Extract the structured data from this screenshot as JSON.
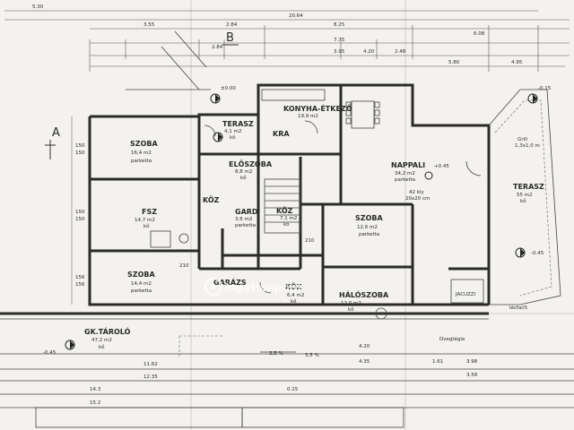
{
  "rooms": {
    "konyha": {
      "name": "KONYHA-ÉTKEZŐ",
      "area": "19,9 m2"
    },
    "terasz_small": {
      "name": "TERASZ",
      "area": "4,1 m2",
      "floor": "kő"
    },
    "kra": {
      "name": "KRA"
    },
    "szoba1": {
      "name": "SZOBA",
      "area": "16,4 m2",
      "floor": "parketta"
    },
    "eloszoba": {
      "name": "ELŐSZOBA",
      "area": "8,8 m2",
      "floor": "kő"
    },
    "nappali": {
      "name": "NAPPALI",
      "area": "34,2 m2",
      "floor": "parketta",
      "fireplace": "42 kly",
      "fireplace_size": "20x20 cm"
    },
    "terasz_big": {
      "name": "TERASZ",
      "area": "55 m2",
      "floor": "kő"
    },
    "fsz": {
      "name": "FSZ",
      "area": "14,7 m2",
      "floor": "kő"
    },
    "gard": {
      "name": "GARD",
      "area": "3,6 m2",
      "floor": "parketta"
    },
    "koz1": {
      "name": "KÖZ",
      "area": "7,1 m2",
      "floor": "kő"
    },
    "koz_small": {
      "name": "KÖZ"
    },
    "szoba2": {
      "name": "SZOBA",
      "area": "12,6 m2",
      "floor": "parketta"
    },
    "szoba3": {
      "name": "SZOBA",
      "area": "14,4 m2",
      "floor": "parketta"
    },
    "garazs": {
      "name": "GARÁZS"
    },
    "koz2": {
      "name": "KÖZ",
      "area": "6,4 m2",
      "floor": "kő"
    },
    "haloszoba": {
      "name": "HÁLÓSZOBA",
      "area": "12,0 m2",
      "floor": "kő"
    },
    "jacuzzi": {
      "name": "JACUZZI"
    },
    "gktarolo": {
      "name": "GK.TÁROLÓ",
      "area": "47,2 m2",
      "floor": "kő"
    }
  },
  "axis_labels": {
    "a": "A",
    "b": "B"
  },
  "dimensions": {
    "top": [
      "5.30",
      "20.64",
      "3.55",
      "2.84",
      "8.25",
      "2.84",
      "7.75",
      "6.08",
      "3.95",
      "4.20",
      "2.48",
      "5.80",
      "4.95"
    ],
    "bottom": [
      "11.62",
      "12.35",
      "4.20",
      "4.35",
      "1.61",
      "3.58",
      "3.98",
      "14.3",
      "15.2",
      "0.15"
    ],
    "left": [
      "150",
      "150",
      "150",
      "150",
      "156",
      "156",
      "210",
      "210"
    ],
    "levels": [
      "±0.00",
      "-0.15",
      "-0.45",
      "+0.45",
      "-0.45"
    ]
  },
  "notes": {
    "grill": "Grill",
    "grill_size": "1,3x1,0 m",
    "chimney": "Dvegtégla",
    "step": "lécfal/5"
  },
  "slopes": [
    "3,5 %",
    "3,5 %"
  ],
  "watermark": {
    "brand": "ingatlanpont"
  }
}
